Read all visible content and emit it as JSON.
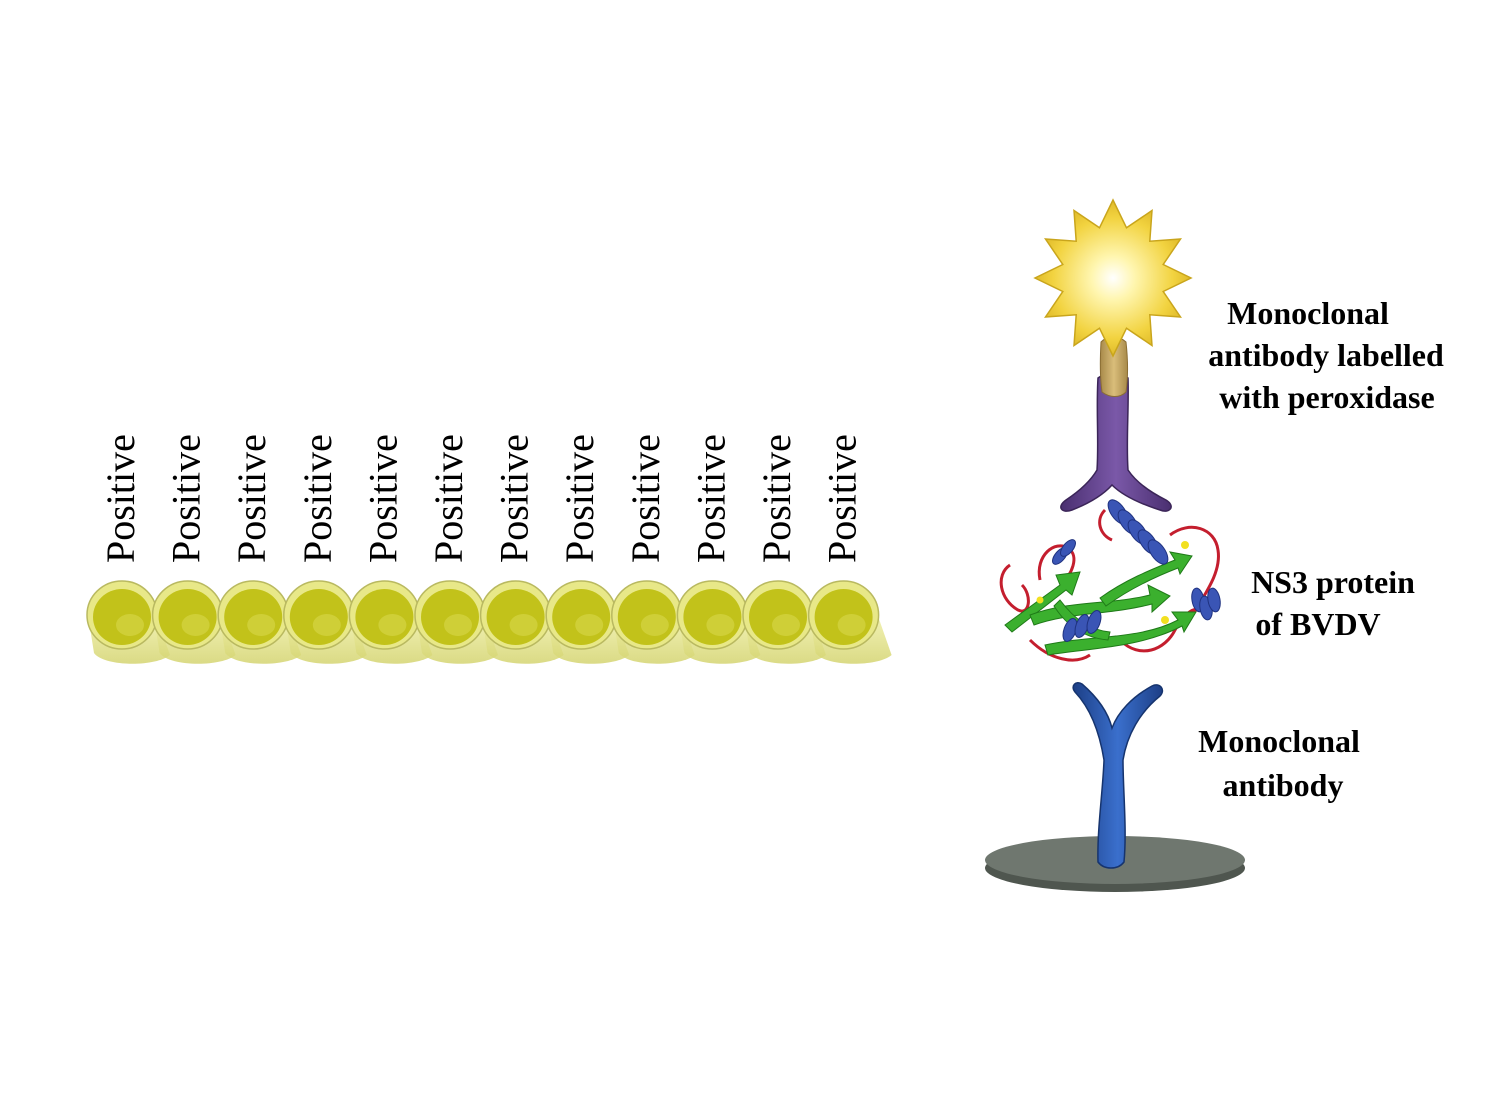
{
  "strip": {
    "wells": [
      {
        "label": "Positive"
      },
      {
        "label": "Positive"
      },
      {
        "label": "Positive"
      },
      {
        "label": "Positive"
      },
      {
        "label": "Positive"
      },
      {
        "label": "Positive"
      },
      {
        "label": "Positive"
      },
      {
        "label": "Positive"
      },
      {
        "label": "Positive"
      },
      {
        "label": "Positive"
      },
      {
        "label": "Positive"
      },
      {
        "label": "Positive"
      }
    ],
    "colors": {
      "liquid": "#c2c21a",
      "liquid_light": "#dada50",
      "tube": "#e8e888",
      "tube_shadow": "#b9b960"
    }
  },
  "labels": {
    "detection": {
      "lines": [
        "Monoclonal",
        "antibody labelled",
        "with peroxidase"
      ]
    },
    "antigen": {
      "lines": [
        "NS3 protein",
        "of BVDV"
      ]
    },
    "capture": {
      "lines": [
        "Monoclonal",
        "antibody"
      ]
    }
  },
  "colors": {
    "enzyme": "#f2d340",
    "detection_antibody": "#6b4a96",
    "capture_antibody": "#2a5bb0",
    "plate": "#6f776f",
    "strand": "#3bb02e",
    "helix": "#3a55b5",
    "loop": "#c41e2e"
  }
}
